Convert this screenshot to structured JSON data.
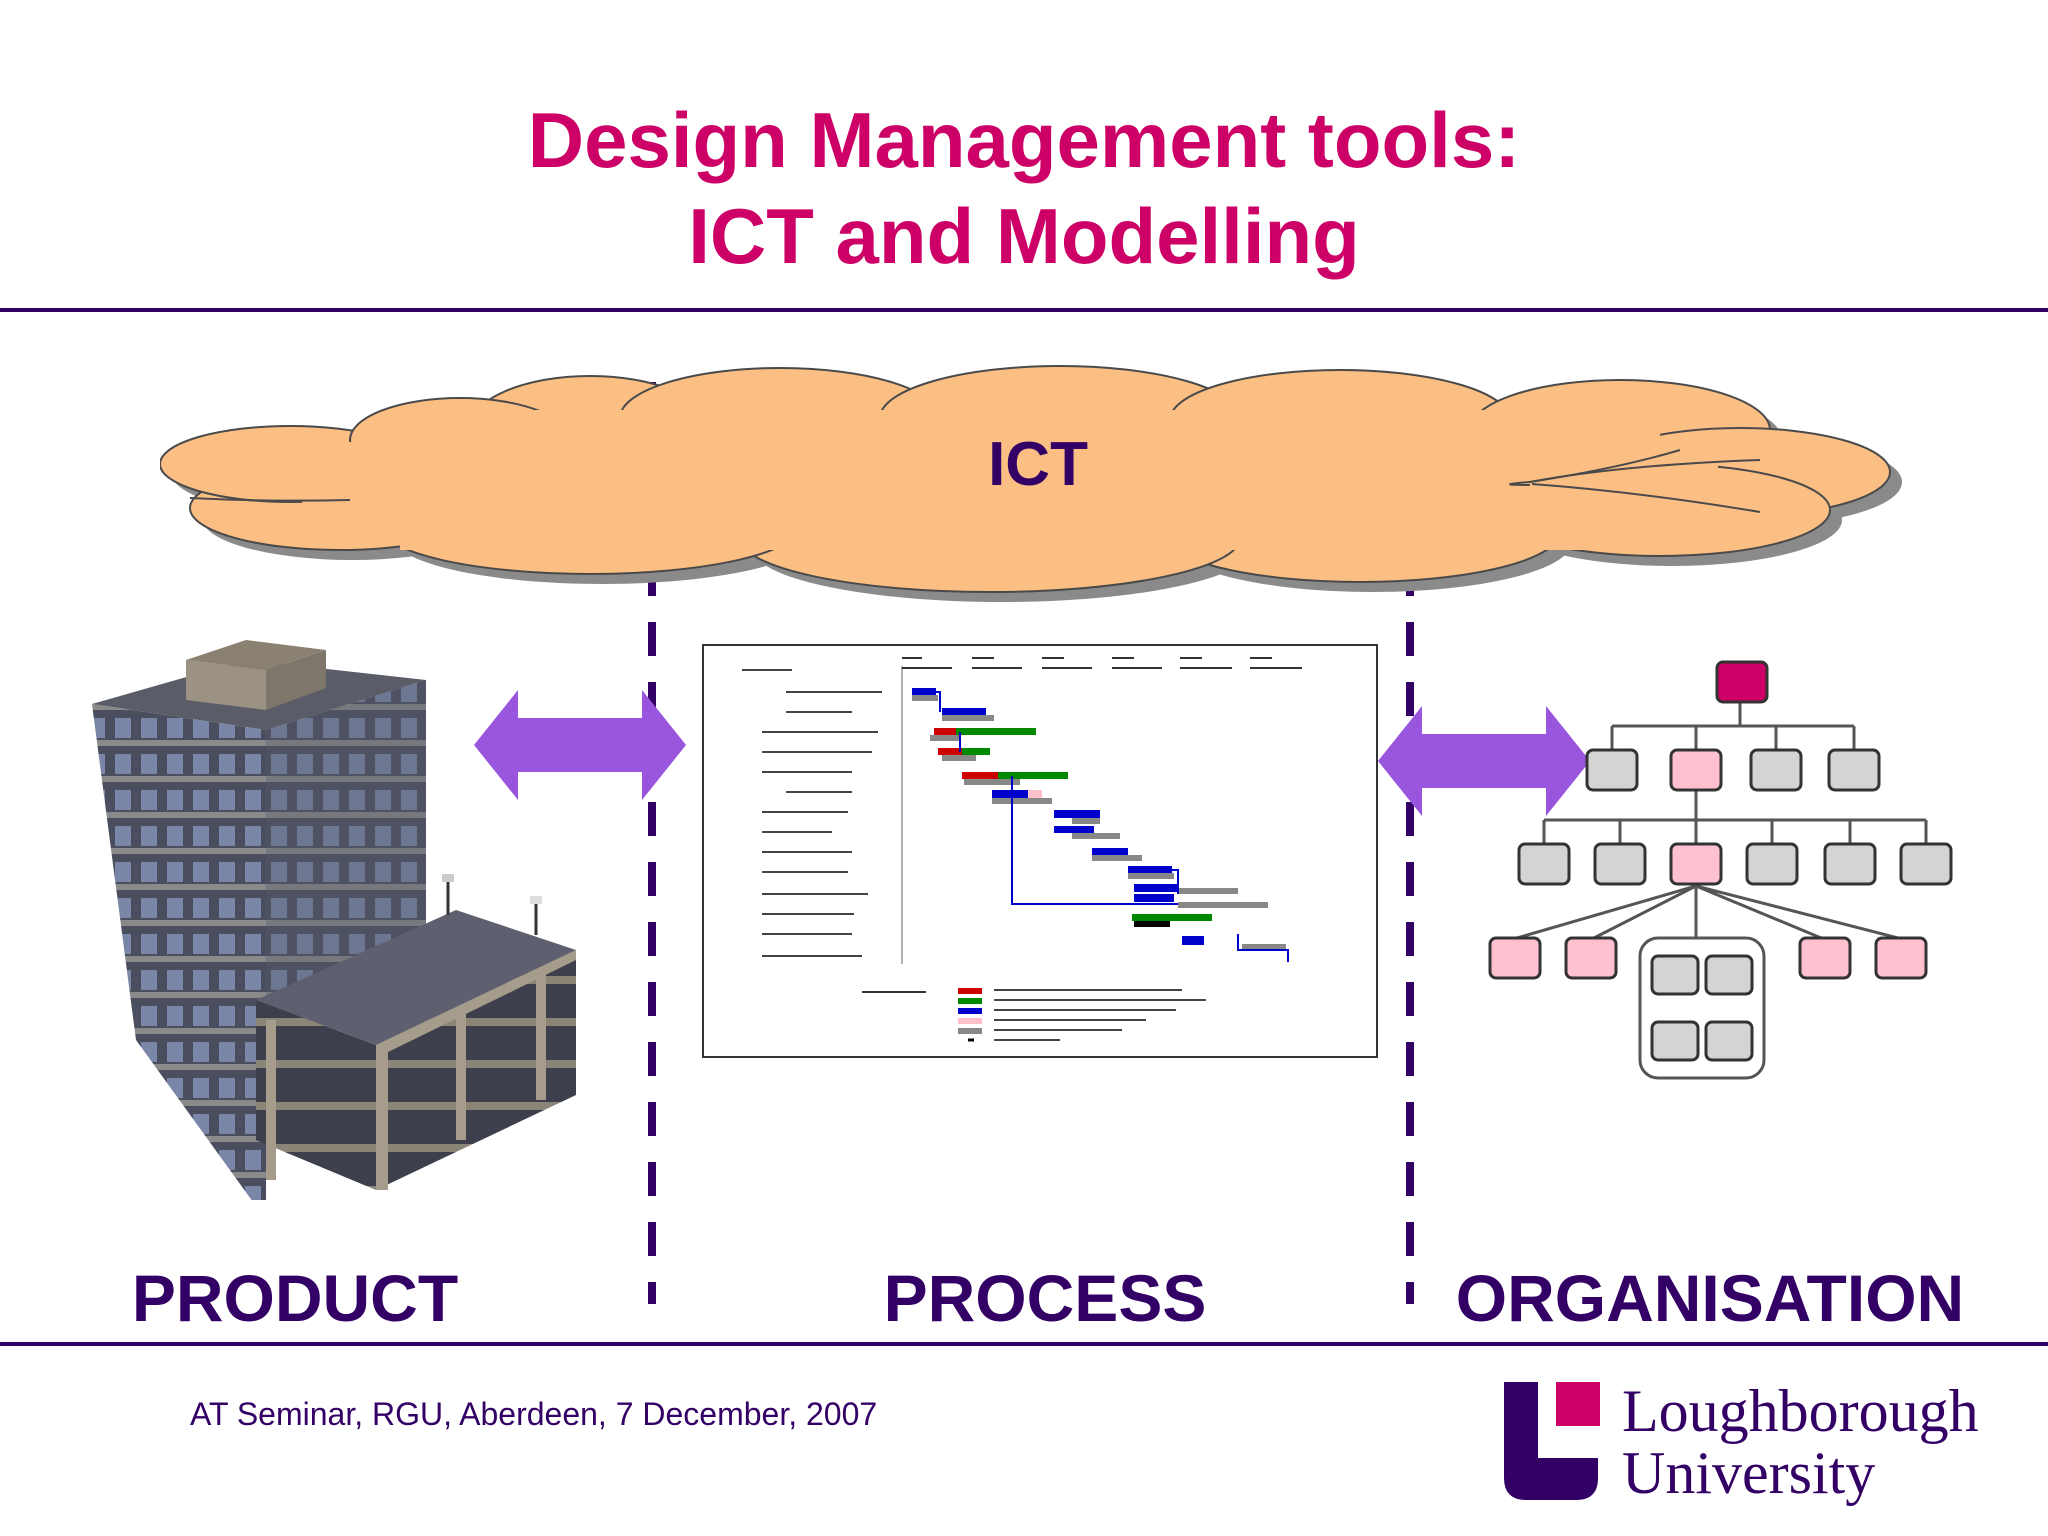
{
  "slide": {
    "title_line1": "Design Management tools:",
    "title_line2": "ICT and Modelling"
  },
  "cloud": {
    "label": "ICT",
    "fill": "#fbbf84"
  },
  "columns": {
    "product": "PRODUCT",
    "process": "PROCESS",
    "organisation": "ORGANISATION"
  },
  "footer": {
    "text": "AT Seminar, RGU, Aberdeen, 7 December, 2007"
  },
  "logo": {
    "line1": "Loughborough",
    "line2": "University"
  },
  "colors": {
    "title": "#cc0066",
    "heading": "#330066",
    "arrow": "#9955dd",
    "org_top": "#cc0066",
    "org_pink": "#ffc0d0",
    "org_grey": "#d4d4d4"
  }
}
